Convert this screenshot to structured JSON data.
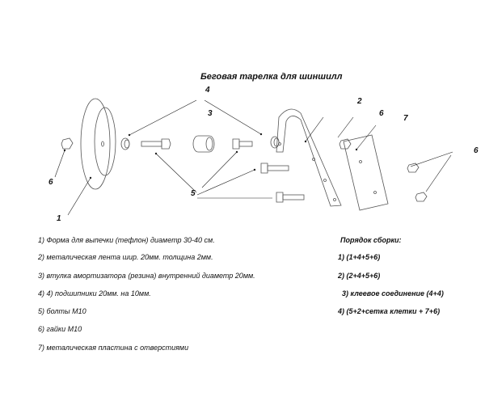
{
  "title": "Беговая тарелка для шиншилл",
  "labels": {
    "l1": "1",
    "l2": "2",
    "l3": "3",
    "l4": "4",
    "l5": "5",
    "l6a": "6",
    "l6b": "6",
    "l6c": "6",
    "l7": "7"
  },
  "parts": [
    "1) Форма для выпечки (тефлон) диаметр 30-40 см.",
    "2) металическая лента шир. 20мм. толщина 2мм.",
    "3) втулка амортизатора (резина) внутренний диаметр 20мм.",
    "4) 4) подшипники 20мм. на 10мм.",
    "5) болты М10",
    "6) гайки М10",
    "7) металическая пластина с отверстиями"
  ],
  "assembly": {
    "heading": "Порядок сборки:",
    "steps": [
      "1) (1+4+5+6)",
      "2) (2+4+5+6)",
      "3)  клеевое соединение (4+4)",
      "4) (5+2+сетка клетки + 7+6)"
    ]
  }
}
